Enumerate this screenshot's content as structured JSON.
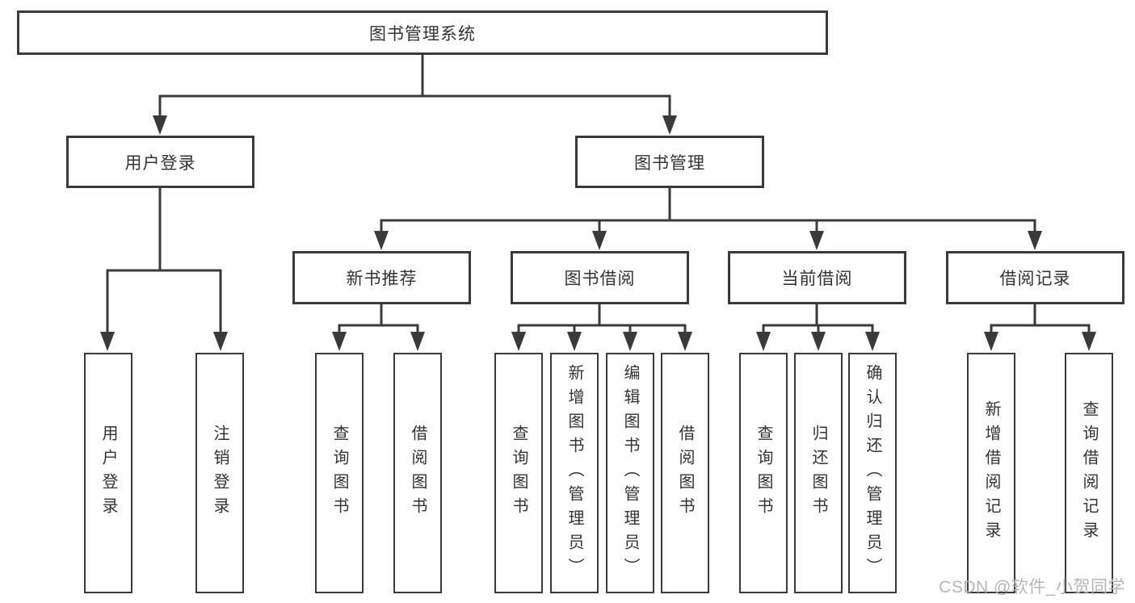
{
  "colors": {
    "line": "#3a3a3a",
    "box_border": "#3a3a3a",
    "box_fill": "#ffffff",
    "label_text": "#333333",
    "watermark_text": "#b5b5b5",
    "page_bg": "#ffffff"
  },
  "watermark": {
    "text": "CSDN @软件_小贺同学"
  },
  "tree": {
    "root": {
      "label": "图书管理系统"
    },
    "level1": [
      {
        "label": "用户登录"
      },
      {
        "label": "图书管理"
      }
    ],
    "login_leaves": [
      {
        "label": "用户登录"
      },
      {
        "label": "注销登录"
      }
    ],
    "groups": [
      {
        "label": "新书推荐",
        "leaves": [
          {
            "label": "查询图书"
          },
          {
            "label": "借阅图书"
          }
        ]
      },
      {
        "label": "图书借阅",
        "leaves": [
          {
            "label": "查询图书"
          },
          {
            "label": "新增图书（管理员）"
          },
          {
            "label": "编辑图书（管理员）"
          },
          {
            "label": "借阅图书"
          }
        ]
      },
      {
        "label": "当前借阅",
        "leaves": [
          {
            "label": "查询图书"
          },
          {
            "label": "归还图书"
          },
          {
            "label": "确认归还（管理员）"
          }
        ]
      },
      {
        "label": "借阅记录",
        "leaves": [
          {
            "label": "新增借阅记录"
          },
          {
            "label": "查询借阅记录"
          }
        ]
      }
    ]
  }
}
